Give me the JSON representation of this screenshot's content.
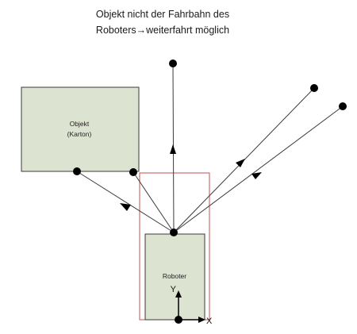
{
  "title": {
    "line1": "Objekt nicht der Fahrbahn des",
    "line2_prefix": "Roboters",
    "line2_arrow": "→",
    "line2_suffix": "weiterfahrt möglich"
  },
  "object_box": {
    "label_line1": "Objekt",
    "label_line2": "(Karton)"
  },
  "robot_box": {
    "label": "Roboter"
  },
  "axes": {
    "y_label": "Y",
    "x_label": "X"
  },
  "colors": {
    "box_fill": "#dde3d1",
    "box_stroke": "#3a3a3a",
    "lane_stroke": "#c0504d",
    "line_stroke": "#3a3a3a",
    "point_fill": "#000000"
  }
}
